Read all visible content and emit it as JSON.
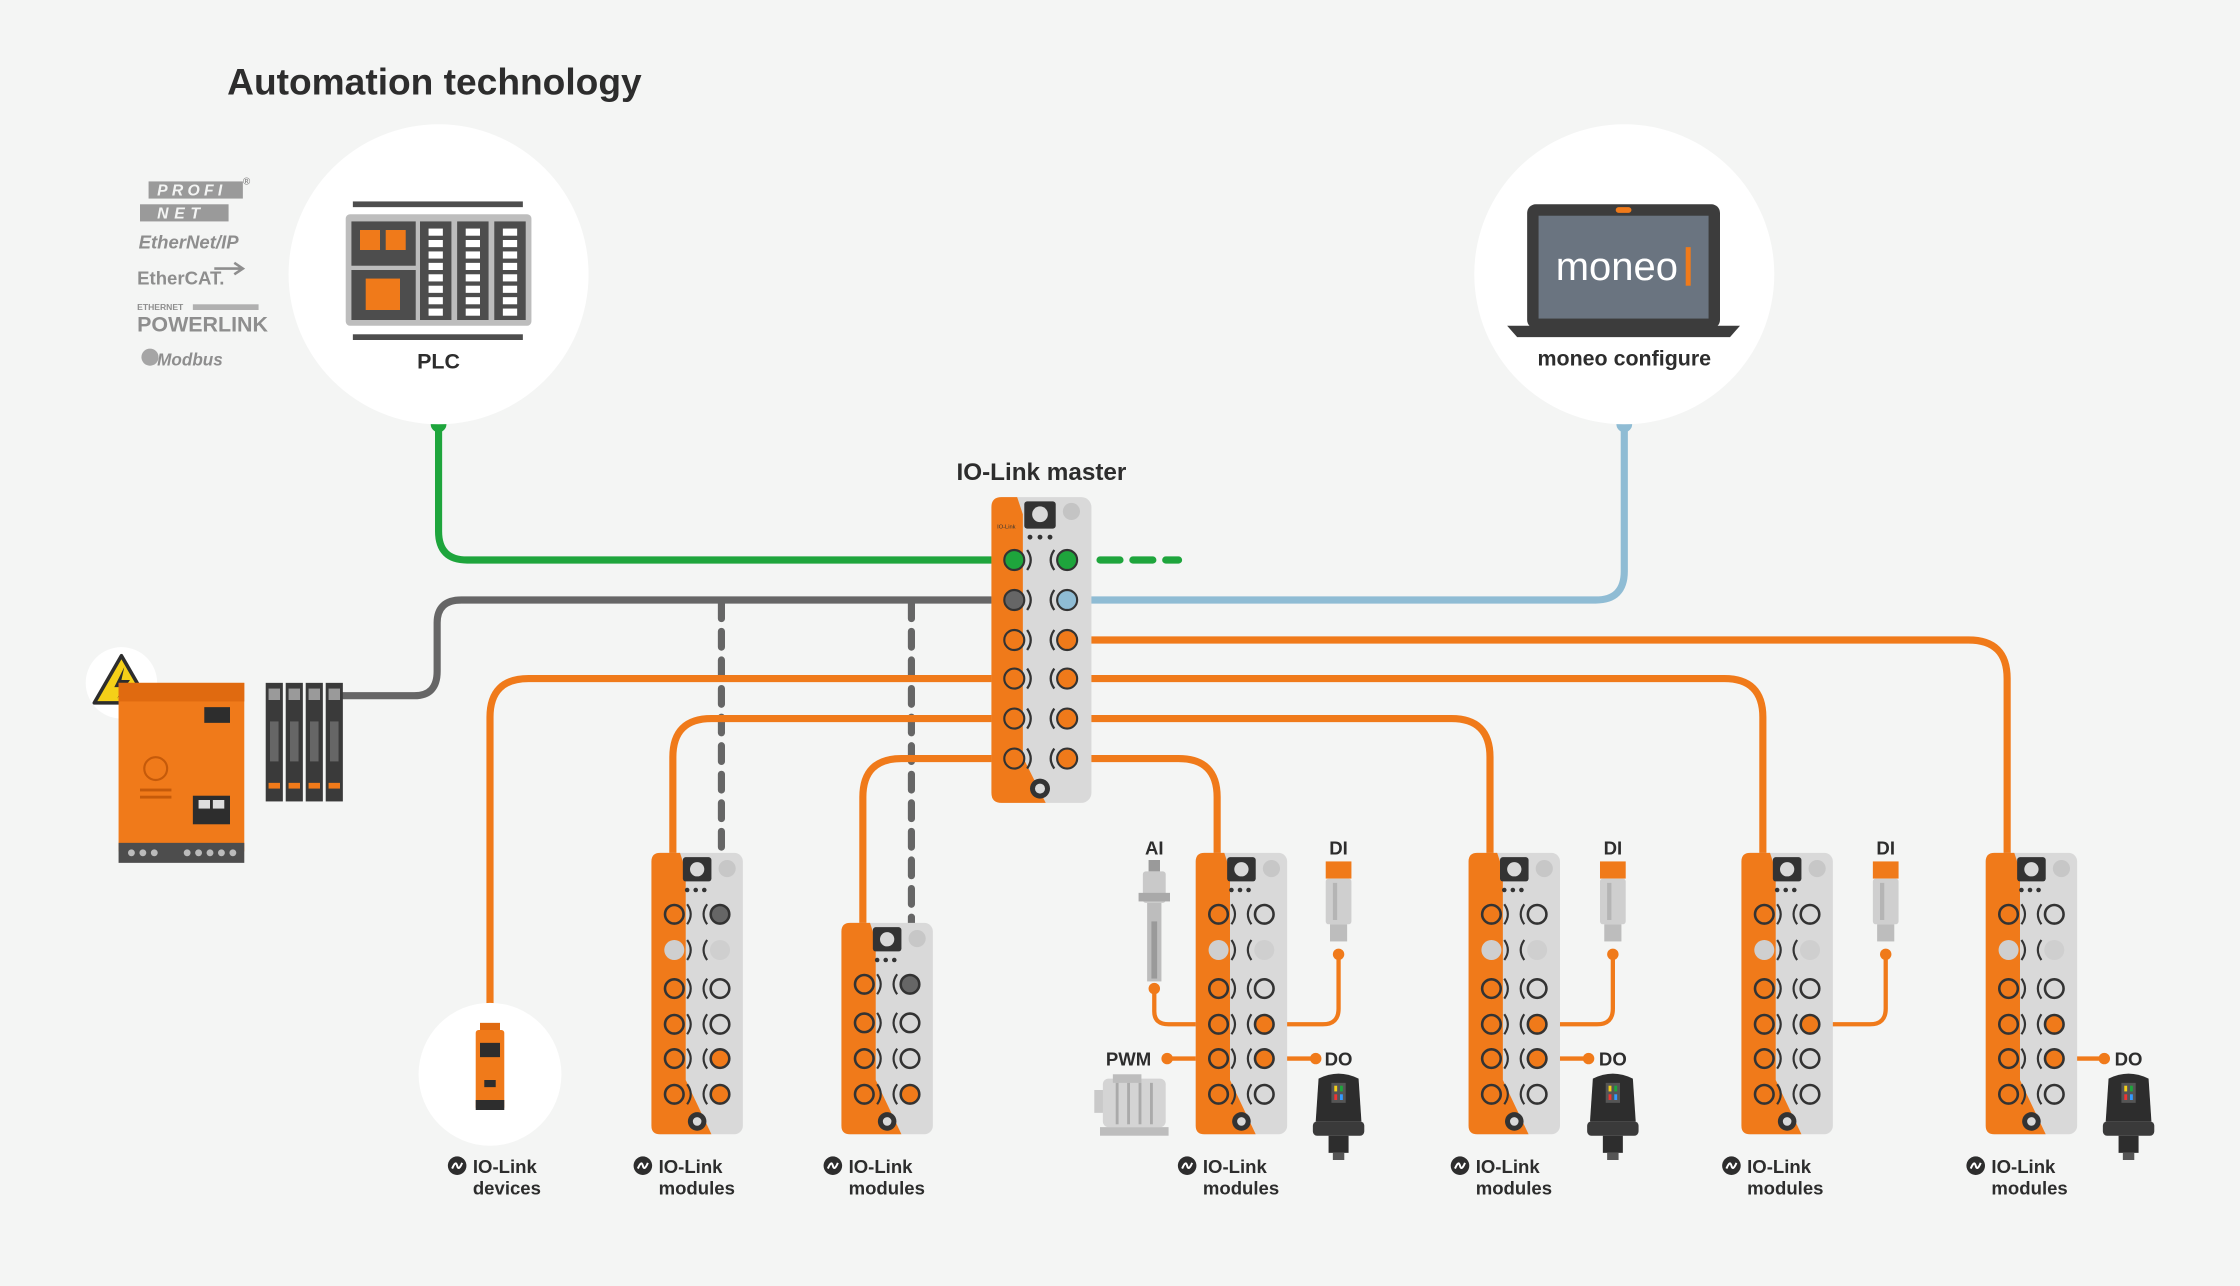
{
  "title": "Automation technology",
  "protocols": [
    "PROFI",
    "NET",
    "EtherNet/IP",
    "EtherCAT.",
    "ETHERNET",
    "POWERLINK",
    "Modbus"
  ],
  "plc": {
    "label": "PLC"
  },
  "moneo": {
    "screen_text": "moneo",
    "label": "moneo configure"
  },
  "master": {
    "label": "IO-Link master"
  },
  "signals": {
    "ai": "AI",
    "di": "DI",
    "do": "DO",
    "pwm": "PWM"
  },
  "captions": {
    "devices": [
      "IO-Link",
      "devices"
    ],
    "modules": [
      "IO-Link",
      "modules"
    ]
  },
  "colors": {
    "orange": "#f07a1a",
    "green": "#1ea53c",
    "blue": "#8fbcd4",
    "grey": "#666666",
    "module_body": "#d9d9d9",
    "background": "#f4f5f4"
  },
  "icons": [
    "warning-icon",
    "io-link-icon",
    "laptop-icon",
    "plc-icon",
    "power-supply-icon",
    "motor-icon",
    "sensor-icon",
    "signal-lamp-icon"
  ]
}
